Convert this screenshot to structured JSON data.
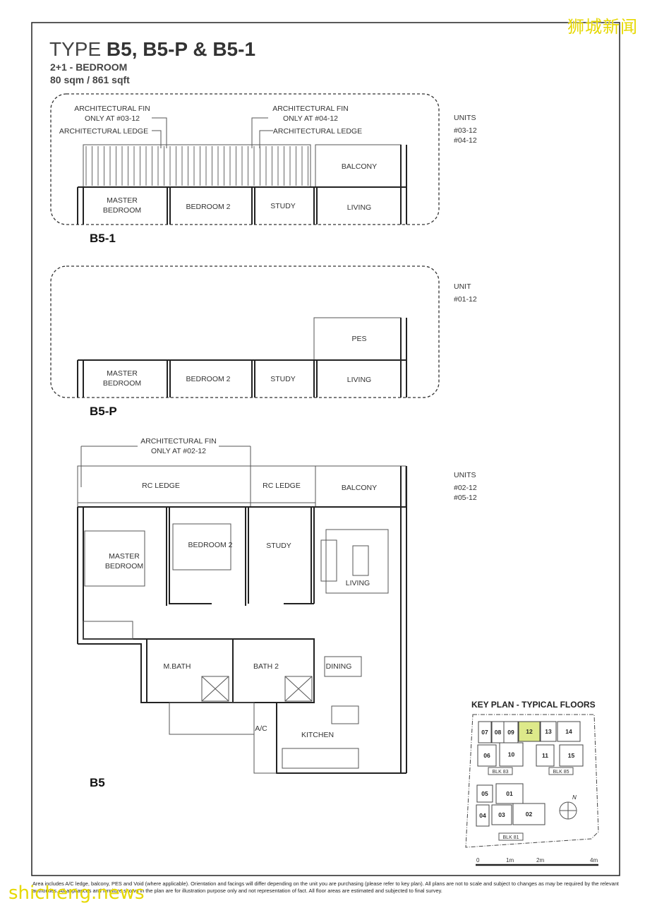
{
  "header": {
    "title_prefix": "TYPE",
    "title_types": "B5, B5-P & B5-1",
    "bedrooms": "2+1 - BEDROOM",
    "area": "80 sqm / 861 sqft"
  },
  "plan_b5_1": {
    "name": "B5-1",
    "fin_left_1": "ARCHITECTURAL FIN",
    "fin_left_2": "ONLY AT #03-12",
    "ledge_left": "ARCHITECTURAL LEDGE",
    "fin_right_1": "ARCHITECTURAL FIN",
    "fin_right_2": "ONLY AT #04-12",
    "ledge_right": "ARCHITECTURAL LEDGE",
    "rooms": {
      "master_1": "MASTER",
      "master_2": "BEDROOM",
      "bedroom2": "BEDROOM 2",
      "study": "STUDY",
      "living": "LIVING",
      "balcony": "BALCONY"
    },
    "units_label": "UNITS",
    "units": [
      "#03-12",
      "#04-12"
    ]
  },
  "plan_b5_p": {
    "name": "B5-P",
    "rooms": {
      "master_1": "MASTER",
      "master_2": "BEDROOM",
      "bedroom2": "BEDROOM 2",
      "study": "STUDY",
      "living": "LIVING",
      "pes": "PES"
    },
    "units_label": "UNIT",
    "units": [
      "#01-12"
    ]
  },
  "plan_b5": {
    "name": "B5",
    "fin_1": "ARCHITECTURAL FIN",
    "fin_2": "ONLY AT #02-12",
    "rooms": {
      "rc_ledge_1": "RC LEDGE",
      "rc_ledge_2": "RC LEDGE",
      "balcony": "BALCONY",
      "master_1": "MASTER",
      "master_2": "BEDROOM",
      "bedroom2": "BEDROOM 2",
      "study": "STUDY",
      "living": "LIVING",
      "mbath": "M.BATH",
      "bath2": "BATH 2",
      "dining": "DINING",
      "ac": "A/C",
      "kitchen": "KITCHEN"
    },
    "units_label": "UNITS",
    "units": [
      "#02-12",
      "#05-12"
    ]
  },
  "key_plan": {
    "title": "KEY PLAN - TYPICAL FLOORS",
    "units": [
      "07",
      "08",
      "09",
      "12",
      "13",
      "14",
      "06",
      "10",
      "11",
      "15",
      "05",
      "01",
      "04",
      "03",
      "02"
    ],
    "highlighted_unit": "12",
    "highlight_color": "#dde98a",
    "blocks": [
      "BLK 83",
      "BLK 85",
      "BLK 81"
    ],
    "north": "N",
    "scale": [
      "0",
      "1m",
      "2m",
      "4m"
    ]
  },
  "footer": {
    "note": "Area includes A/C ledge, balcony, PES and Void (where applicable). Orientation and facings will differ depending on the unit you are purchasing (please refer to key plan). All plans are not to scale and subject to changes as may be required by the relevant authorities. All appliances and furniture shown in the plan are for illustration purpose only and not representation of fact. All floor areas are estimated and subjected to final survey."
  },
  "watermarks": {
    "top": "狮城新闻",
    "bottom": "shicheng.news"
  }
}
